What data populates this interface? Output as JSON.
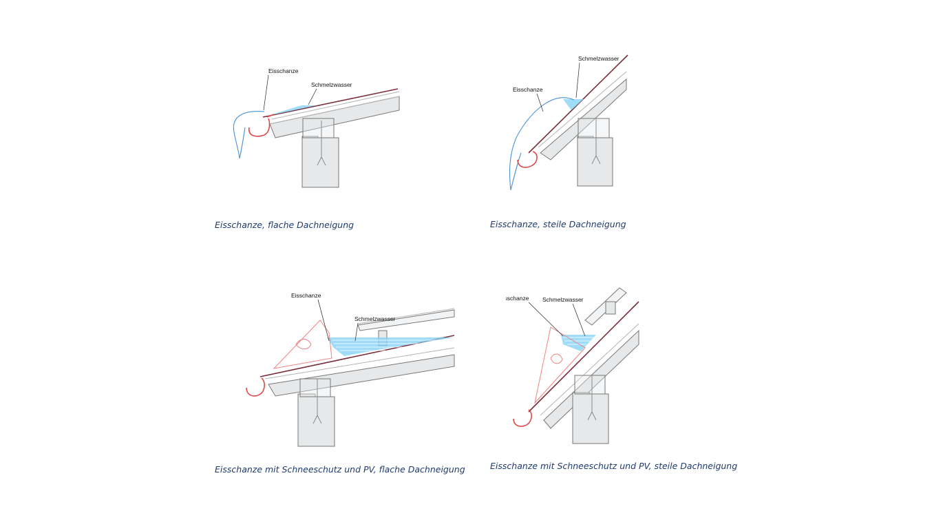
{
  "panels": [
    {
      "caption": "Eisschanze, flache Dachneigung",
      "labels": {
        "ice_dam": "Eisschanze",
        "melt_water": "Schmelzwasser"
      }
    },
    {
      "caption": "Eisschanze, steile Dachneigung",
      "labels": {
        "ice_dam": "Eisschanze",
        "melt_water": "Schmelzwasser"
      }
    },
    {
      "caption": "Eisschanze mit Schneeschutz und PV, flache Dachneigung",
      "labels": {
        "ice_dam": "Eisschanze",
        "melt_water": "Schmelzwasser"
      }
    },
    {
      "caption": "Eisschanze mit Schneeschutz und PV, steile Dachneigung",
      "labels": {
        "ice_dam": "Eisschanze",
        "melt_water": "Schmelzwasser"
      }
    }
  ],
  "colors": {
    "caption": "#1f3a6e",
    "roof_covering": "#7a2e3a",
    "gutter": "#e04848",
    "ice": "#4a90d9",
    "melt_water": "#7fd0f5",
    "structure": "#8a8a8a"
  }
}
